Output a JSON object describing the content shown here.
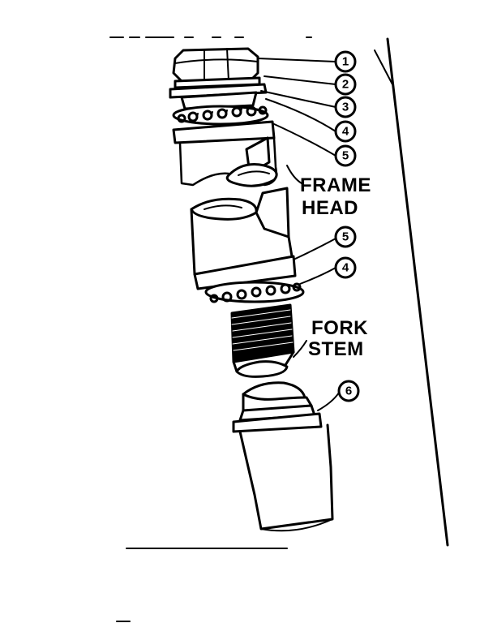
{
  "labels": {
    "frame_head_line1": "FRAME",
    "frame_head_line2": "HEAD",
    "fork_stem_line1": "FORK",
    "fork_stem_line2": "STEM"
  },
  "callouts": [
    "1",
    "2",
    "3",
    "4",
    "5",
    "5",
    "4",
    "6"
  ]
}
